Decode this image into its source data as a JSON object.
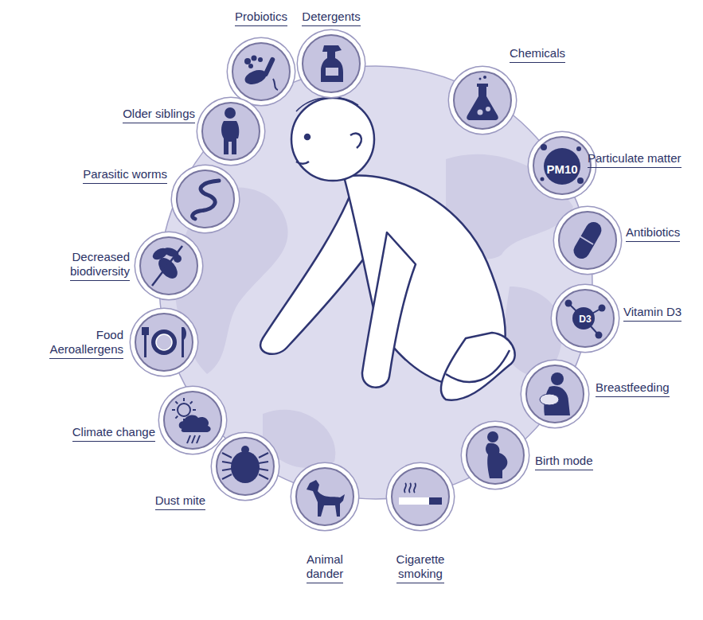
{
  "diagram": {
    "nodes": [
      {
        "text": [
          "Probiotics"
        ]
      },
      {
        "text": [
          "Detergents"
        ]
      },
      {
        "text": [
          "Chemicals"
        ]
      },
      {
        "text": [
          "Particulate matter",
          "PM10"
        ]
      },
      {
        "text": [
          "Antibiotics"
        ]
      },
      {
        "text": [
          "Vitamin D3",
          "D3"
        ]
      },
      {
        "text": [
          "Breastfeeding"
        ]
      },
      {
        "text": [
          "Birth mode"
        ]
      },
      {
        "text": [
          "Cigarette smoking"
        ]
      },
      {
        "text": [
          "Animal dander"
        ]
      },
      {
        "text": [
          "Dust mite"
        ]
      },
      {
        "text": [
          "Climate change"
        ]
      },
      {
        "text": [
          "Food Aeroallergens"
        ]
      },
      {
        "text": [
          "Decreased biodiversity"
        ]
      },
      {
        "text": [
          "Parasitic worms"
        ]
      },
      {
        "text": [
          "Older siblings"
        ]
      }
    ]
  }
}
